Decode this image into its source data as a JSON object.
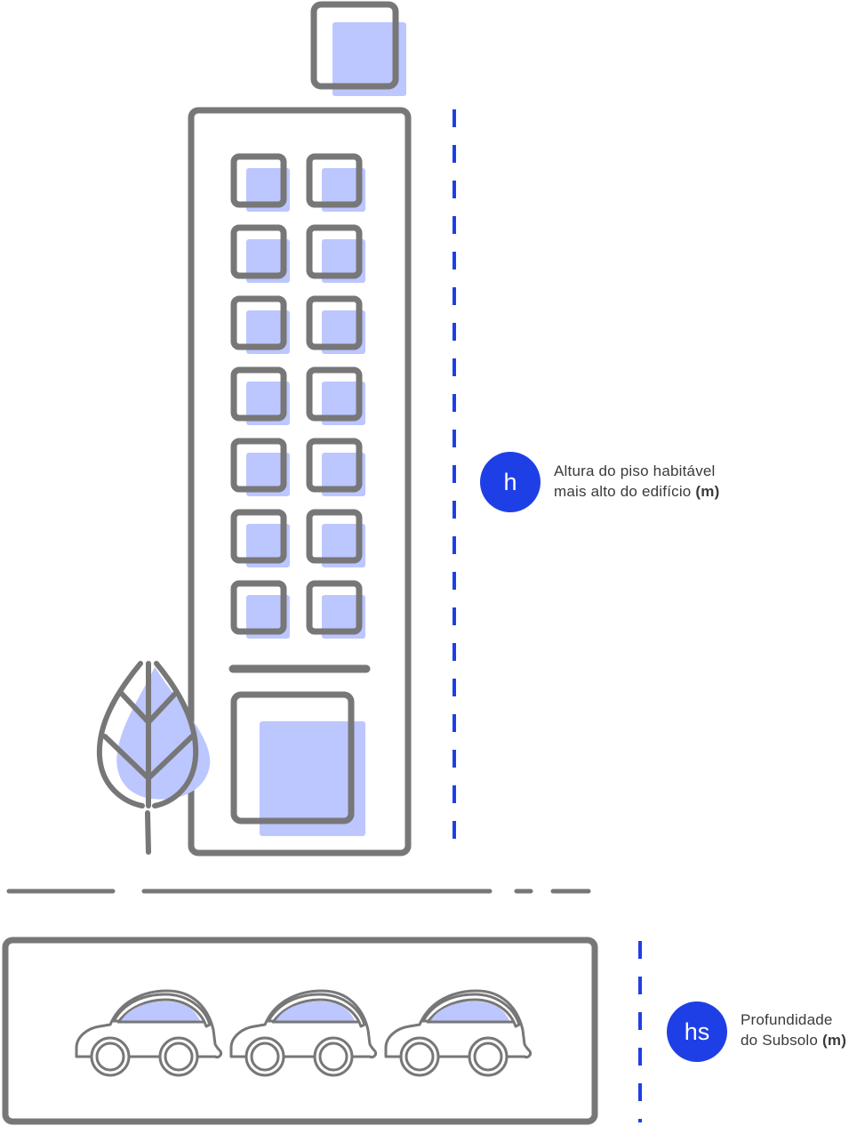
{
  "colors": {
    "outline": "#777777",
    "fill": "#bcc6ff",
    "accent": "#1f3fe6",
    "text": "#3a3a3a"
  },
  "height_marker": {
    "badge": "h",
    "line1": "Altura do piso habitável",
    "line2": "mais alto do edifício",
    "unit": "(m)"
  },
  "basement_marker": {
    "badge": "hs",
    "line1": "Profundidade",
    "line2": "do Subsolo",
    "unit": "(m)"
  },
  "building": {
    "window_rows": 7,
    "window_cols": 2
  },
  "basement": {
    "car_count": 3
  }
}
